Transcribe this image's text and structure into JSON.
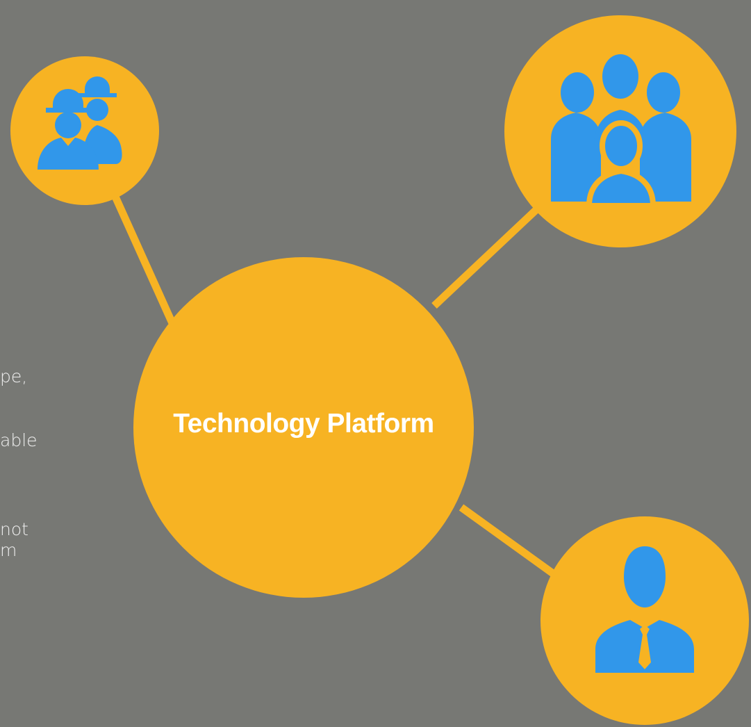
{
  "diagram": {
    "hub": {
      "label": "Technology Platform"
    },
    "nodes": [
      {
        "id": "workers",
        "icon": "construction-workers-icon"
      },
      {
        "id": "community",
        "icon": "group-users-icon"
      },
      {
        "id": "business",
        "icon": "businessman-icon"
      }
    ],
    "side_text": [
      "pe,",
      "able",
      "not",
      "m"
    ]
  },
  "colors": {
    "background": "#777874",
    "node_fill": "#f7b323",
    "icon_fill": "#3197ea",
    "hub_text": "#ffffff",
    "side_text": "#eeeeee"
  }
}
